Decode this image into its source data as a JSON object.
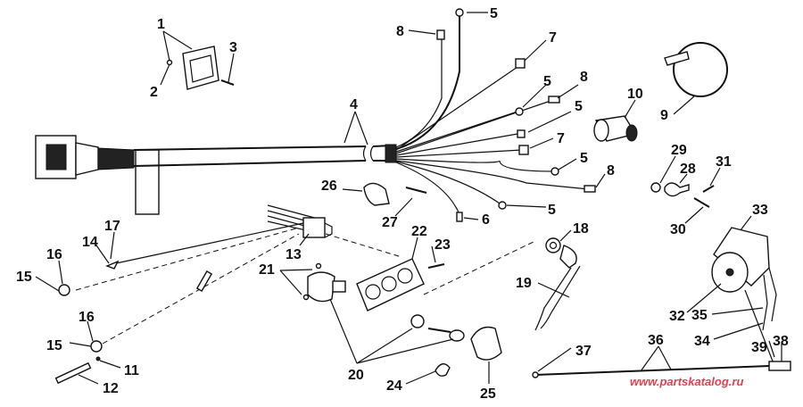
{
  "diagram": {
    "callouts": [
      "1",
      "2",
      "3",
      "4",
      "5",
      "8",
      "7",
      "5",
      "8",
      "5",
      "7",
      "5",
      "8",
      "5",
      "6",
      "9",
      "10",
      "29",
      "28",
      "31",
      "30",
      "33",
      "26",
      "27",
      "22",
      "23",
      "18",
      "17",
      "14",
      "16",
      "15",
      "13",
      "21",
      "19",
      "32",
      "35",
      "34",
      "39",
      "38",
      "36",
      "37",
      "16",
      "15",
      "11",
      "12",
      "20",
      "24",
      "25"
    ]
  },
  "watermark": "www.partskatalog.ru",
  "colors": {
    "ink": "#111111",
    "watermark": "#e0424f",
    "background": "#ffffff"
  }
}
